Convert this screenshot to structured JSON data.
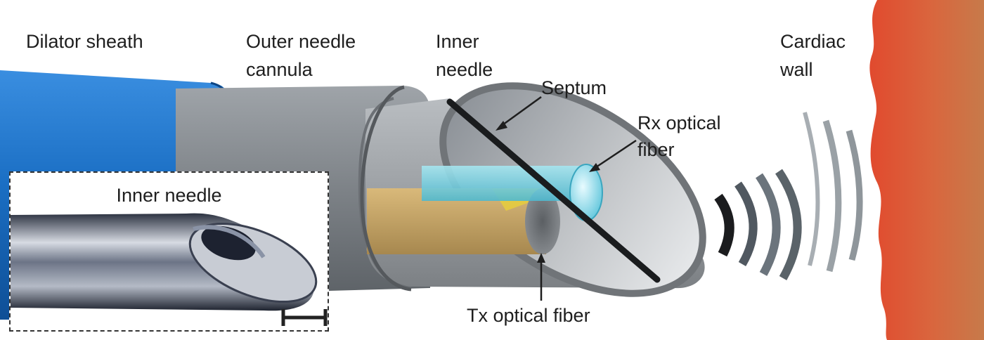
{
  "labels": {
    "dilator_sheath": "Dilator sheath",
    "outer_needle_line1": "Outer needle",
    "outer_needle_line2": "cannula",
    "inner_needle_line1": "Inner",
    "inner_needle_line2": "needle",
    "septum": "Septum",
    "rx_line1": "Rx optical",
    "rx_line2": "fiber",
    "tx": "Tx optical fiber",
    "cardiac_line1": "Cardiac",
    "cardiac_line2": "wall"
  },
  "inset": {
    "title": "Inner needle"
  },
  "colors": {
    "sheath": "#1b6fc4",
    "cannula": "#8a8f94",
    "tissue": "#e0553a",
    "rx_fiber": "#7fd6e6",
    "tx_fiber": "#c9a86a"
  }
}
